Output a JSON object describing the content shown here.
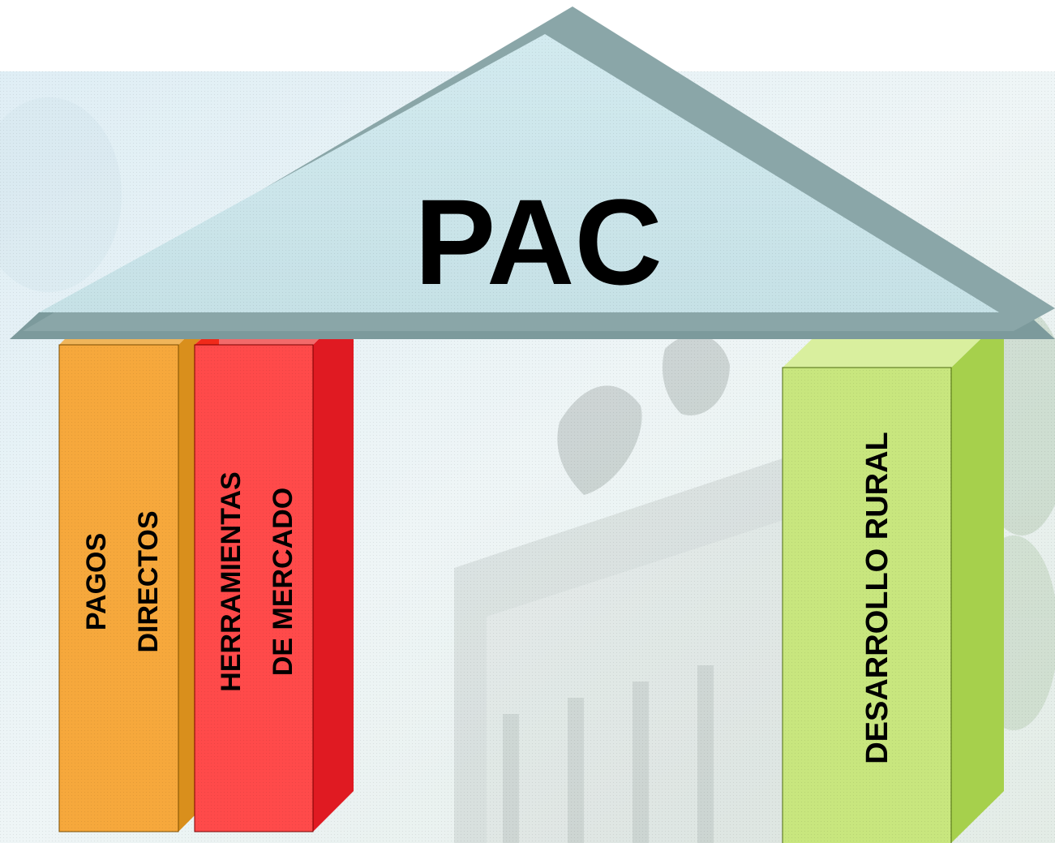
{
  "diagram": {
    "title": "PAC",
    "pillars": [
      {
        "id": "pagos",
        "lines": [
          "PAGOS",
          "DIRECTOS"
        ],
        "color": "#f6a83c"
      },
      {
        "id": "herramientas",
        "lines": [
          "HERRAMIENTAS",
          "DE MERCADO"
        ],
        "color": "#ff4a4a"
      },
      {
        "id": "desarrollo",
        "lines": [
          "DESARROLLO RURAL"
        ],
        "color": "#c8e67e"
      }
    ],
    "colors": {
      "roof_fill": "#d6ecef",
      "roof_stroke": "#8aa6a8",
      "background_tint": "#e9f4f8"
    }
  }
}
